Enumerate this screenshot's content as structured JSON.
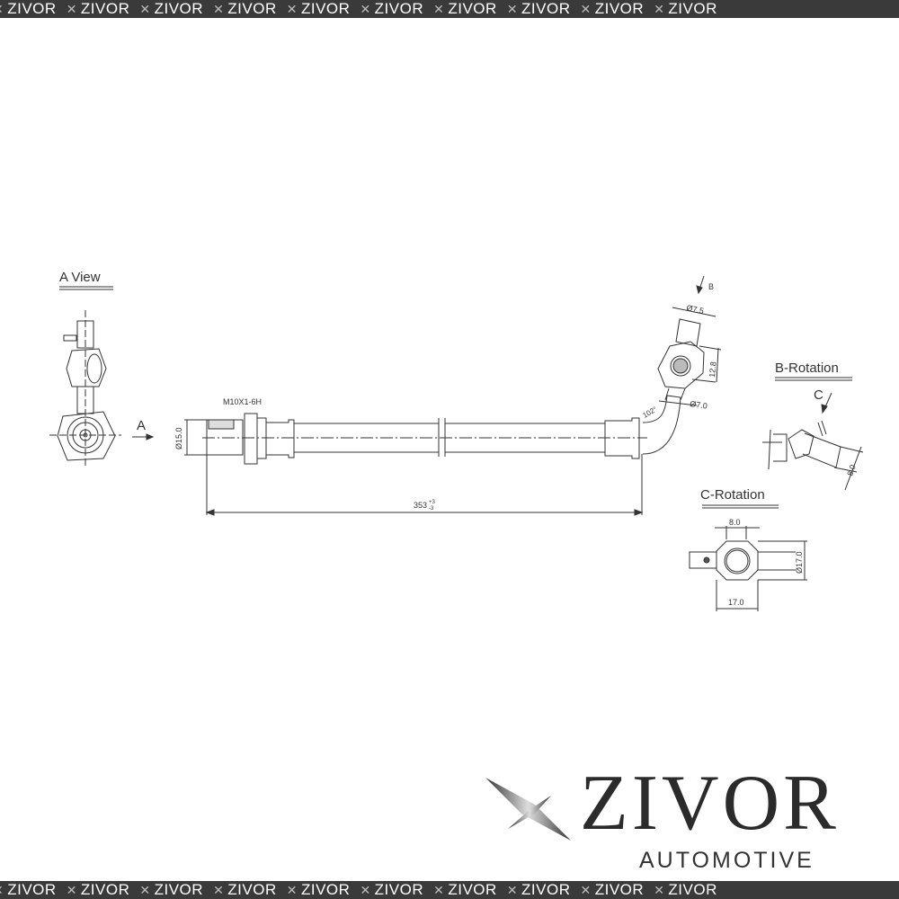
{
  "banner": {
    "items": [
      "ZIVOR",
      "ZIVOR",
      "ZIVOR",
      "ZIVOR",
      "ZIVOR",
      "ZIVOR",
      "ZIVOR",
      "ZIVOR",
      "ZIVOR",
      "ZIVOR"
    ]
  },
  "drawing": {
    "a_view": {
      "title": "A View",
      "arrow_label": "A"
    },
    "main_hose": {
      "thread": "M10X1-6H",
      "diameter": "Ø15.0",
      "length": "353",
      "length_tol_upper": "+3",
      "length_tol_lower": "-3"
    },
    "end_fitting": {
      "view_marker": "B",
      "tube_diameter": "Ø7.5",
      "offset": "12.8",
      "hose_diameter": "Ø7.0",
      "angle": "102°"
    },
    "b_rotation": {
      "title": "B-Rotation",
      "view_marker": "C",
      "width": "8.0"
    },
    "c_rotation": {
      "title": "C-Rotation",
      "top_width": "8.0",
      "diameter": "Ø17.0",
      "bottom_width": "17.0"
    }
  },
  "logo": {
    "brand": "ZIVOR",
    "tagline": "AUTOMOTIVE"
  }
}
